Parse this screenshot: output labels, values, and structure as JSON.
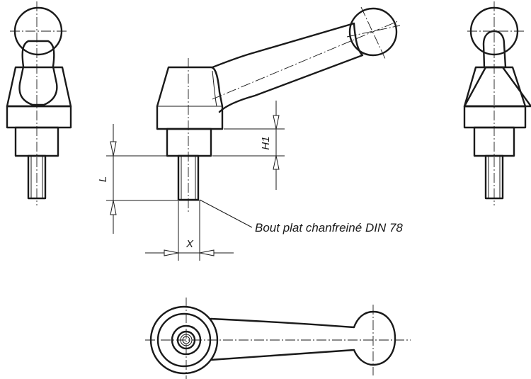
{
  "drawing": {
    "dimensions": {
      "h1_label": "H1",
      "l_label": "L",
      "x_label": "X"
    },
    "note": "Bout plat chanfreiné DIN 78"
  }
}
